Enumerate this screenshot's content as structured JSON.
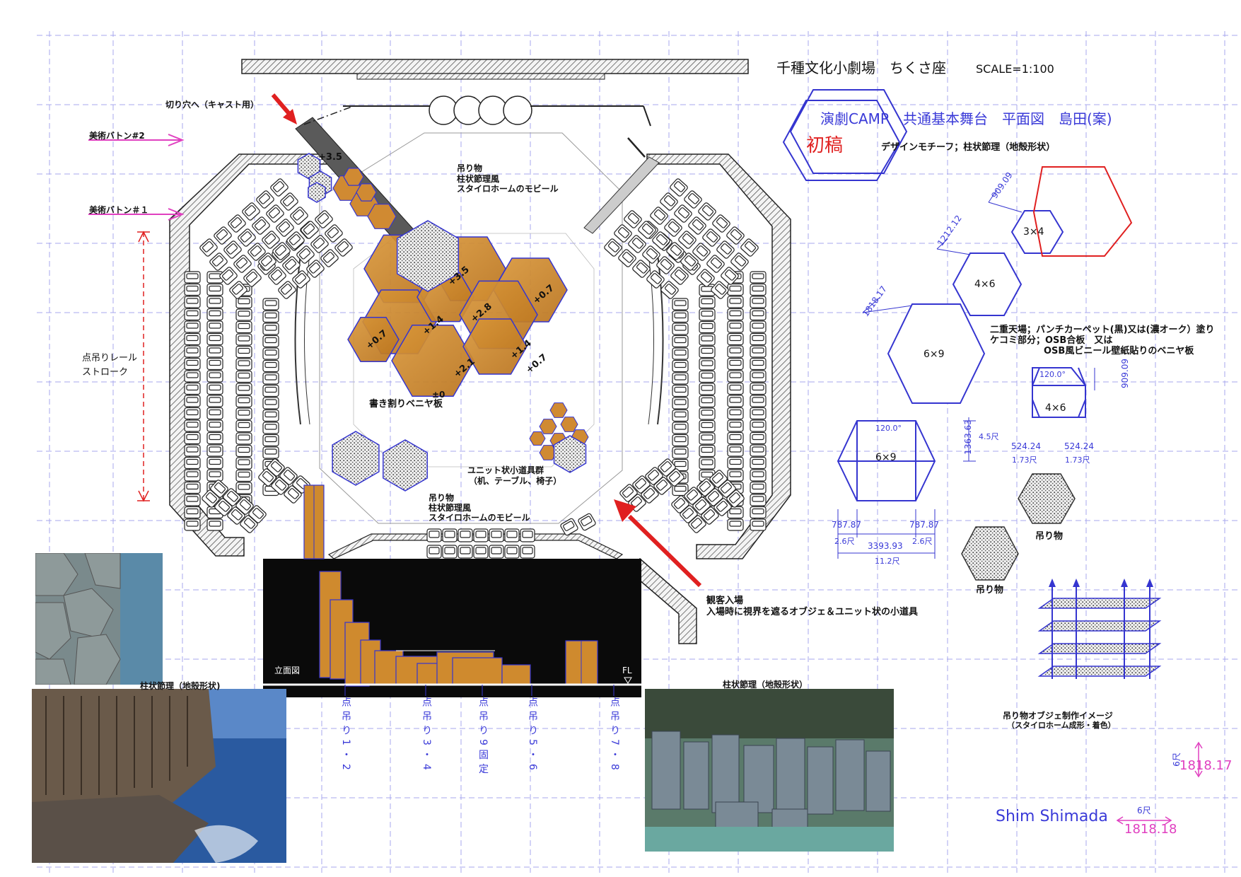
{
  "title": "千種文化小劇場　ちくさ座",
  "scale": "SCALE=1:100",
  "subtitle": "演劇CAMP　共通基本舞台　平面図　島田(案)",
  "draft_badge": "初稿",
  "design_motif": "デザインモチーフ；柱状節理（地殻形状）",
  "labels": {
    "cutout": "切り穴へ（キャスト用）",
    "batten2": "美術バトン#2",
    "batten1": "美術バトン＃１",
    "rail_stroke_1": "点吊りレール",
    "rail_stroke_2": "ストローク",
    "mobile_top_1": "吊り物",
    "mobile_top_2": "柱状節理風",
    "mobile_top_3": "スタイロホームのモビール",
    "mobile_bot_1": "吊り物",
    "mobile_bot_2": "柱状節理風",
    "mobile_bot_3": "スタイロホームのモビール",
    "plywood": "書き割りベニヤ板",
    "props_1": "ユニット状小道具群",
    "props_2": "（机、テーブル、椅子）",
    "entrance_1": "観客入場",
    "entrance_2": "入場時に視界を遮るオブジェ＆ユニット状の小道具",
    "elevation": "立面図",
    "fl": "FL",
    "photo_caption_1": "柱状節理（地殻形状)",
    "photo_caption_2": "柱状節理（地殻形状）",
    "floor_note_1": "二重天場；パンチカーペット(黒)又は(濃オーク）塗り",
    "floor_note_2": "ケコミ部分；OSB合板　又は",
    "floor_note_3": "OSB風ビニール壁紙貼りのベニヤ板",
    "hanging_1": "吊り物",
    "hanging_2": "吊り物",
    "hanging_image_1": "吊り物オブジェ制作イメージ",
    "hanging_image_2": "（スタイロホーム成形・着色）",
    "author": "Shim Shimada"
  },
  "heights": [
    "+3.5",
    "+3.5",
    "+0.7",
    "+1.4",
    "+2.8",
    "+0.7",
    "+2.1",
    "+1.4",
    "+0.7",
    "±0"
  ],
  "hex_sizes": [
    "3×4",
    "4×6",
    "6×9"
  ],
  "dimensions": {
    "d909_a": "909.09",
    "d1212": "1212.12",
    "d1818": "1818.17",
    "d909_b": "909.09",
    "angle_a": "120.0°",
    "angle_b": "120.0°",
    "d1363": "1363.63",
    "d45": "4.5尺",
    "d524_a": "524.24",
    "d524_b": "524.24",
    "d173_a": "1.73尺",
    "d173_b": "1.73尺",
    "d787_a": "787.87",
    "d787_b": "787.87",
    "d26_a": "2.6尺",
    "d26_b": "2.6尺",
    "d3393": "3393.93",
    "d112": "11.2尺",
    "legend_6shaku_v": "6尺",
    "legend_1818_v": "1818.17",
    "legend_6shaku_h": "6尺",
    "legend_1818_h": "1818.18"
  },
  "hoists": [
    "点吊り1・2",
    "点吊り3・4",
    "点吊り9固定",
    "点吊り5・6",
    "点吊り7・8"
  ],
  "colors": {
    "grid": "#8a8ae8",
    "wood": "#cf8a2e",
    "wood_edge": "#7a4a10",
    "hex_outline": "#3535d0",
    "accent_red": "#e02020",
    "pink": "#e040c0",
    "wall_fill": "#d8d8d8"
  }
}
